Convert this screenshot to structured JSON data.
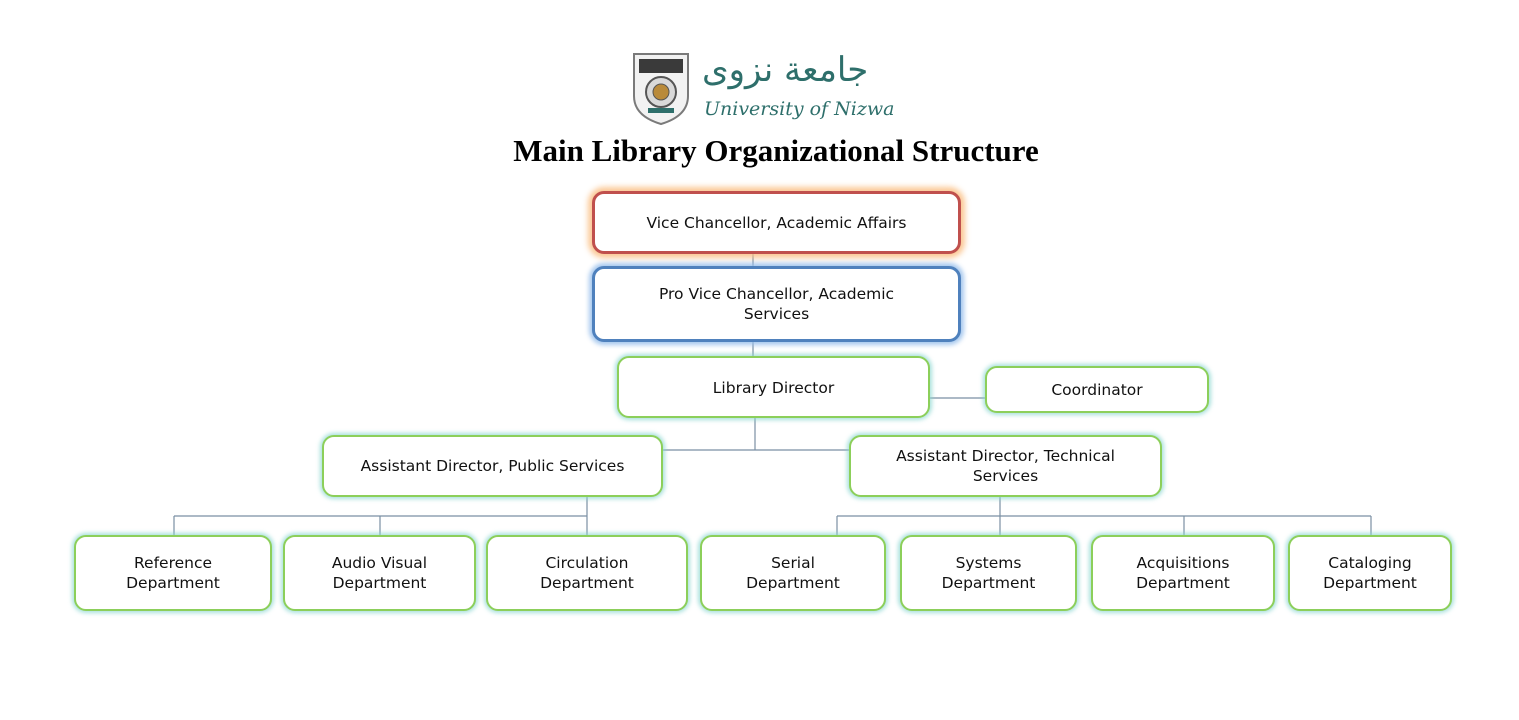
{
  "logo": {
    "arabic": "جامعة نزوى",
    "english": "University of Nizwa"
  },
  "title": "Main Library Organizational Structure",
  "nodes": {
    "vc": "Vice Chancellor, Academic Affairs",
    "pvc": "Pro Vice Chancellor, Academic Services",
    "director": "Library Director",
    "coordinator": "Coordinator",
    "ad_public": "Assistant Director, Public Services",
    "ad_technical": "Assistant Director, Technical Services",
    "departments": [
      "Reference Department",
      "Audio Visual Department",
      "Circulation Department",
      "Serial Department",
      "Systems Department",
      "Acquisitions Department",
      "Cataloging Department"
    ]
  },
  "colors": {
    "top_border": "#c0504d",
    "second_border": "#4f81bd",
    "node_border": "#8ccf5a",
    "connector": "#7a8fa3",
    "logo": "#2e6f6b"
  }
}
